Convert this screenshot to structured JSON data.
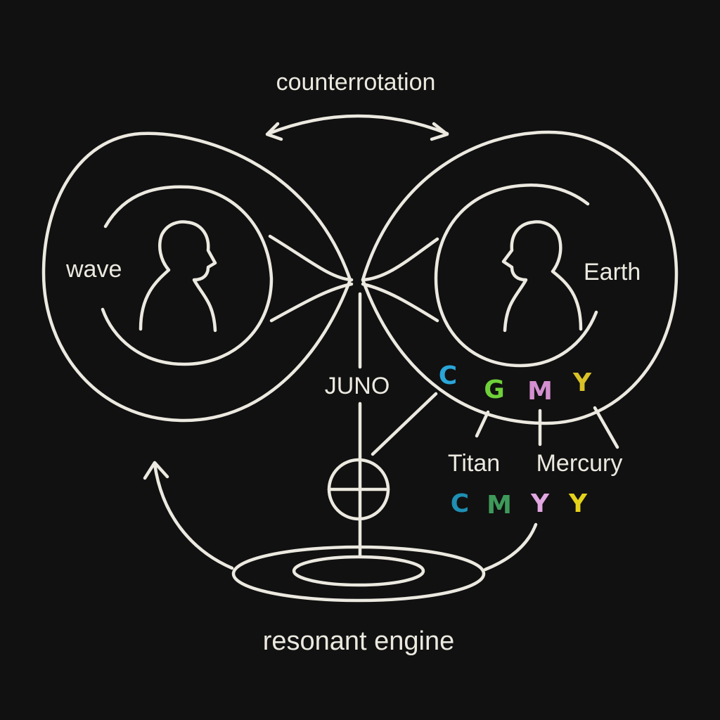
{
  "labels": {
    "top": "counterrotation",
    "left_circle": "wave",
    "right_circle": "Earth",
    "center": "JUNO",
    "bottom": "resonant engine",
    "titan": "Titan",
    "mercury": "Mercury"
  },
  "letters_top": [
    {
      "text": "C",
      "color": "#2aa6d8"
    },
    {
      "text": "G",
      "color": "#6fd13a"
    },
    {
      "text": "M",
      "color": "#d48fd0"
    },
    {
      "text": "Y",
      "color": "#d9c228"
    }
  ],
  "letters_bottom": [
    {
      "text": "C",
      "color": "#1f8fb3"
    },
    {
      "text": "M",
      "color": "#3e9a5a"
    },
    {
      "text": "Y",
      "color": "#e2a6e0"
    },
    {
      "text": "Y",
      "color": "#e4d21a"
    }
  ],
  "colors": {
    "background": "#111111",
    "line": "#ece9e0"
  }
}
